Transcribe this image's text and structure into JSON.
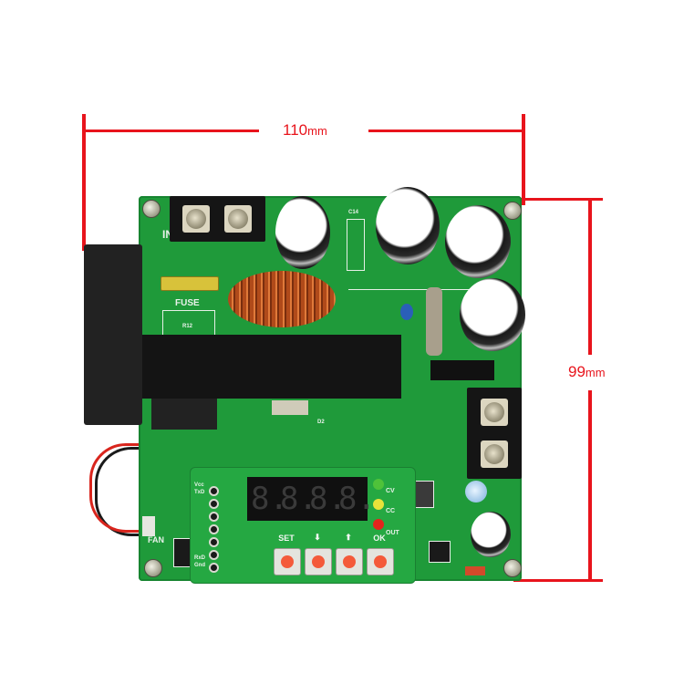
{
  "dimensions": {
    "width": {
      "value": "110",
      "unit": "mm"
    },
    "height": {
      "value": "99",
      "unit": "mm"
    },
    "line_color": "#e8141c"
  },
  "board": {
    "color": "#1f9a3a",
    "silkscreen_labels": {
      "input": "IN",
      "fuse": "FUSE",
      "output": "OUT",
      "fan": "FAN",
      "vcc": "Vcc",
      "txd": "TxD",
      "rxd": "RxD",
      "gnd": "Gnd",
      "c14": "C14",
      "r12": "R12",
      "d2": "D2"
    },
    "display": {
      "digits": [
        "8.",
        "8.",
        "8.",
        "8."
      ],
      "indicators": [
        {
          "label": "CV",
          "color": "#4fc23a"
        },
        {
          "label": "CC",
          "color": "#e9e23a"
        },
        {
          "label": "OUT",
          "color": "#e3251c"
        }
      ],
      "buttons": [
        {
          "label": "SET"
        },
        {
          "label": "⬇"
        },
        {
          "label": "⬆"
        },
        {
          "label": "OK"
        }
      ]
    }
  }
}
